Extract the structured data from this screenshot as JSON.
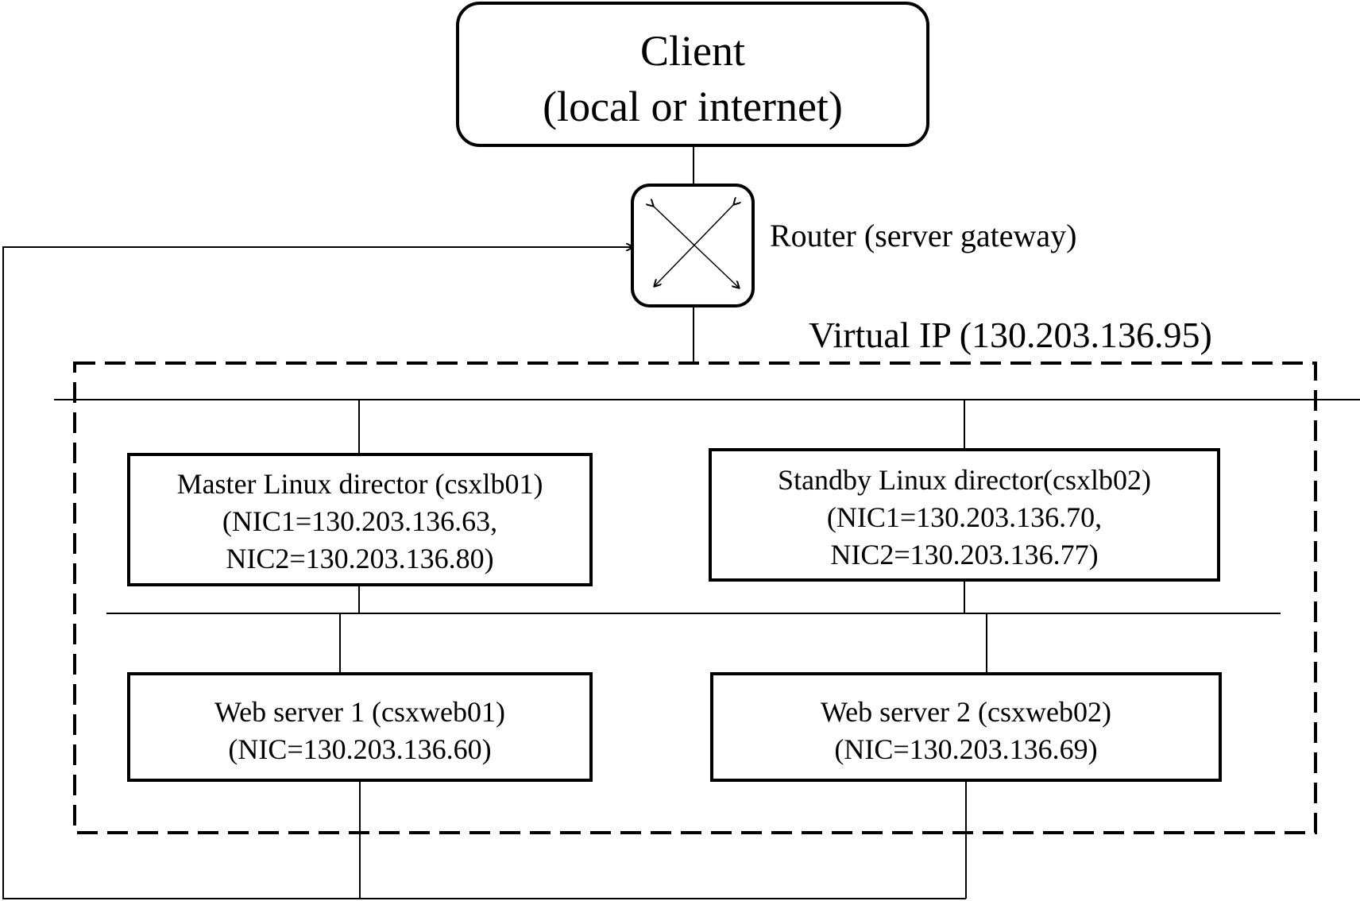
{
  "client": {
    "line1": "Client",
    "line2": "(local or internet)"
  },
  "router": {
    "label": "Router (server gateway)"
  },
  "virtual_ip": {
    "label": "Virtual IP (130.203.136.95)"
  },
  "master_director": {
    "line1": "Master Linux director (csxlb01)",
    "line2": "(NIC1=130.203.136.63,",
    "line3": "NIC2=130.203.136.80)"
  },
  "standby_director": {
    "line1": "Standby Linux director(csxlb02)",
    "line2": "(NIC1=130.203.136.70,",
    "line3": "NIC2=130.203.136.77)"
  },
  "web_server_1": {
    "line1": "Web server 1 (csxweb01)",
    "line2": "(NIC=130.203.136.60)"
  },
  "web_server_2": {
    "line1": "Web server 2 (csxweb02)",
    "line2": "(NIC=130.203.136.69)"
  },
  "colors": {
    "stroke": "#000000",
    "background": "#ffffff"
  }
}
